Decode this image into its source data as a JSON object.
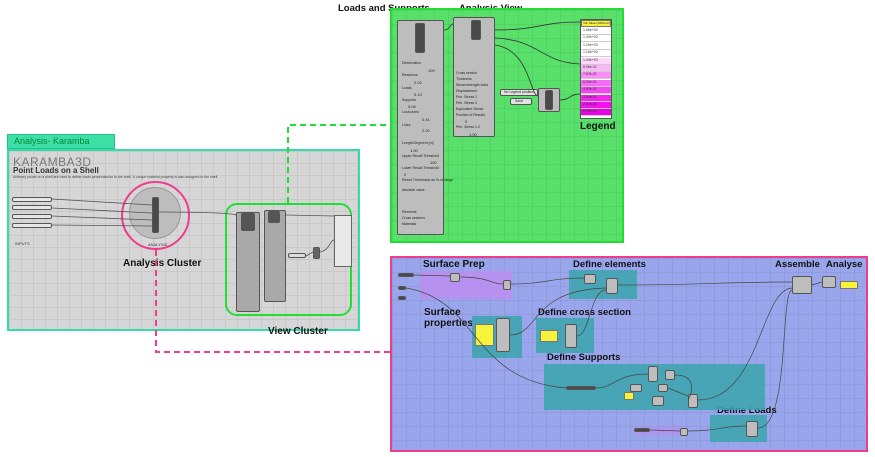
{
  "titles": {
    "loads_and_supports": "Loads and Supports",
    "analysis_view": "Analysis View",
    "legend": "Legend",
    "analysis_cluster": "Analysis Cluster",
    "view_cluster": "View Cluster",
    "surface_prep": "Surface Prep",
    "define_elements": "Define elements",
    "assemble": "Assemble",
    "analyse": "Analyse",
    "surface_properties": "Surface\nproperties",
    "define_cross_section": "Define cross section",
    "define_supports": "Define Supports",
    "define_loads": "Define Loads"
  },
  "left_group": {
    "tab_label": "Analysis- Karamba",
    "logo": "KARAMBA3D",
    "subtitle": "Point Loads on a Shell",
    "description": "Arbitrary points on a shell are used to define loads perpendicular to the shell. A unique material property is also assigned to the shell.",
    "inputs_label": "INPUTS",
    "cluster_caption": "ANALYSIS"
  },
  "analysis_view": {
    "left_node_sections": [
      "Deformation",
      "Reactions",
      "Loads",
      "Supports",
      "Local axes",
      "Lines"
    ],
    "left_node_values": [
      "100",
      "2.02",
      "0.13",
      "0.04",
      "0.41",
      "2.20"
    ],
    "left_node_bottom": [
      "Elements",
      "Cross sections",
      "Materials"
    ],
    "mid_node_items": [
      "Cross section",
      "Thickness",
      "Stress/strength Axes",
      "Displacement",
      "Prin. Stress 1",
      "Prin. Stress 2",
      "Equivalent Stress",
      "Position of Results",
      "Prin. Stress 1-2"
    ],
    "mid_node_values": [
      "1.00",
      "0"
    ],
    "mid_lower_items": [
      "Length/Segment [m]",
      "Upper Result Threshold",
      "Lower Result Threshold",
      "Result Thresholds as %-of-range",
      "absolute value"
    ],
    "mid_lower_values": [
      "1.00",
      "100",
      "0"
    ],
    "toggle_labels": [
      "No Legend position",
      "Save"
    ],
    "legend_values": [
      "1.56e+00",
      "1.43e+00",
      "1.29e+00",
      "1.16e+00",
      "1.03e+00",
      "8.96e-01",
      "7.63e-01",
      "6.30e-01",
      "4.97e-01",
      "3.64e-01",
      "2.31e-01",
      "9.75e-02"
    ],
    "legend_header": "Von Mises [kN/cm2]",
    "legend_colors": [
      "#ffffff",
      "#ffffff",
      "#ffffff",
      "#ffffff",
      "#fcd6fb",
      "#fbb6f9",
      "#f98df7",
      "#f76af5",
      "#f544f2",
      "#f325ef",
      "#f011ec",
      "#ec00e8"
    ]
  },
  "colors": {
    "green_frame": "#22dd33",
    "pink_frame": "#ee3d8c",
    "teal_frame": "#33ddaa",
    "green_bg": "#58e06a",
    "blue_bg": "#9aa6ec",
    "grey_bg": "#d6d6d6"
  }
}
